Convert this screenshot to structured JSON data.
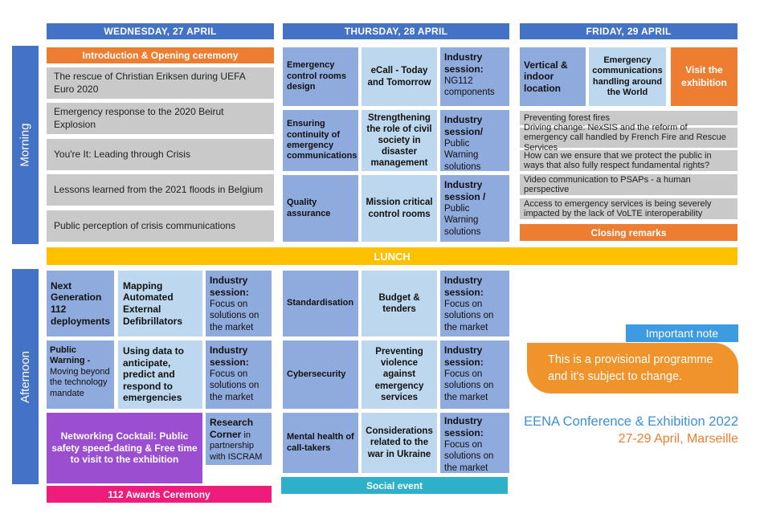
{
  "days": {
    "wednesday": "WEDNESDAY, 27 APRIL",
    "thursday": "THURSDAY, 28 APRIL",
    "friday": "FRIDAY, 29 APRIL"
  },
  "periods": {
    "morning": "Morning",
    "afternoon": "Afternoon"
  },
  "wednesday_morning": {
    "opening": "Introduction & Opening ceremony",
    "sessions": [
      "The rescue of Christian Eriksen during UEFA Euro 2020",
      "Emergency response to the 2020 Beirut Explosion",
      "You're It: Leading through Crisis",
      "Lessons learned from the 2021 floods in Belgium",
      "Public perception of crisis communications"
    ]
  },
  "thursday_morning": {
    "r1": [
      "Emergency control rooms design",
      "eCall - Today and Tomorrow"
    ],
    "r1_industry": {
      "title": "Industry session:",
      "text": "NG112 components"
    },
    "r2": [
      "Ensuring continuity of emergency communications",
      "Strengthening the role of civil society in disaster management"
    ],
    "r2_industry": {
      "title": "Industry session/",
      "text": "Public Warning solutions"
    },
    "r3": [
      "Quality assurance",
      "Mission critical control rooms"
    ],
    "r3_industry": {
      "title": "Industry session /",
      "text": "Public Warning solutions"
    }
  },
  "friday_morning": {
    "top": [
      "Vertical & indoor location",
      "Emergency communications handling around the World",
      "Visit the exhibition"
    ],
    "sessions": [
      "Preventing forest fires",
      "Driving change: NexSIS and the reform of emergency call handled by French Fire and Rescue Services",
      "How can we ensure that we protect the public in ways that also fully respect fundamental rights?",
      "Video communication to PSAPs - a human perspective",
      "Access to emergency services is being severely impacted by the lack of VoLTE interoperability"
    ],
    "closing": "Closing remarks"
  },
  "lunch": "LUNCH",
  "wednesday_afternoon": {
    "r1": [
      "Next Generation 112 deployments",
      "Mapping Automated External Defibrillators"
    ],
    "r1_industry": {
      "title": "Industry session:",
      "text": "Focus on solutions on the market"
    },
    "r2_left": {
      "title": "Public Warning -",
      "text": "Moving beyond the technology mandate"
    },
    "r2_mid": "Using data to anticipate, predict and respond to emergencies",
    "r2_industry": {
      "title": "Industry session:",
      "text": "Focus on solutions on the market"
    },
    "cocktail": "Networking Cocktail: Public safety speed-dating & Free time to visit to the exhibition",
    "research": {
      "title": "Research Corner",
      "text": "in partnership with ISCRAM"
    },
    "awards": "112 Awards Ceremony"
  },
  "thursday_afternoon": {
    "r1": [
      "Standardisation",
      "Budget & tenders"
    ],
    "r1_industry": {
      "title": "Industry session:",
      "text": "Focus on solutions on the market"
    },
    "r2": [
      "Cybersecurity",
      "Preventing violence against emergency services"
    ],
    "r2_industry": {
      "title": "Industry session:",
      "text": "Focus on solutions on the market"
    },
    "r3": [
      "Mental health of call-takers",
      "Considerations related to the war in Ukraine"
    ],
    "r3_industry": {
      "title": "Industry session:",
      "text": "Focus on solutions on the market"
    },
    "social": "Social event"
  },
  "note": {
    "tab": "Important note",
    "text": "This is a provisional programme and it's subject to change."
  },
  "conference": {
    "name": "EENA Conference & Exhibition 2022",
    "dates": "27-29 April, Marseille"
  },
  "colors": {
    "header_blue": "#4472c4",
    "orange": "#ed7d31",
    "grey": "#c9c9c9",
    "dark_blue_cell": "#8faadc",
    "light_blue_cell": "#bdd7ee",
    "lunch_yellow": "#ffc000",
    "purple": "#9b4fd0",
    "pink": "#ee1c7a",
    "teal": "#2eb1c8"
  }
}
